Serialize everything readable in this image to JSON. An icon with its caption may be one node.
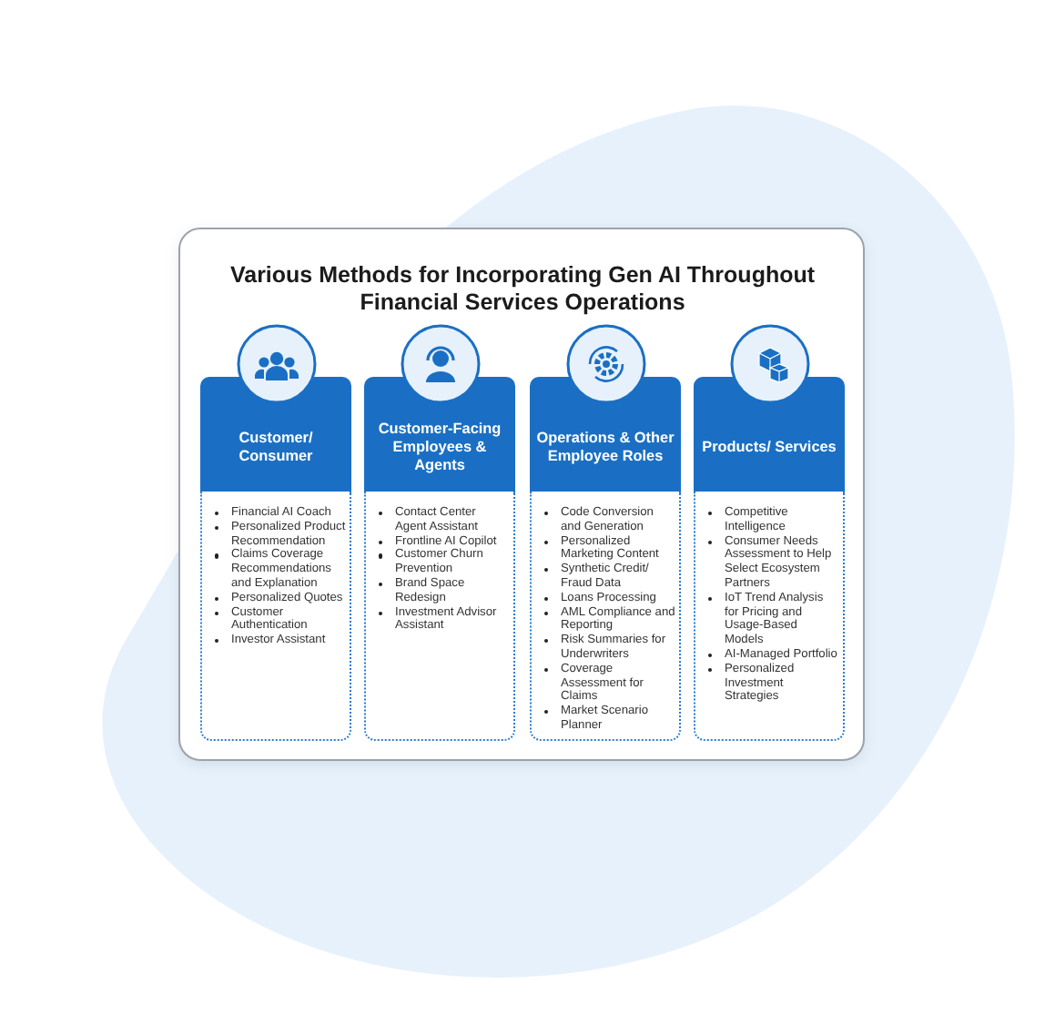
{
  "diagram": {
    "title": "Various Methods for Incorporating Gen AI Throughout Financial Services Operations",
    "nodes": [
      {
        "text": [
          "Customer/ Consumer"
        ]
      },
      {
        "text": [
          "Financial AI Coach",
          "Personalized Product Recommendation",
          "Claims Coverage Recommendations and Explanation",
          "Personalized Quotes",
          "Customer Authentication",
          "Investor Assistant"
        ]
      },
      {
        "text": [
          "Customer-Facing Employees & Agents"
        ]
      },
      {
        "text": [
          "Contact Center Agent Assistant",
          "Frontline AI Copilot",
          "Customer Churn Prevention",
          "Brand Space Redesign",
          "Investment Advisor Assistant"
        ]
      },
      {
        "text": [
          "Operations & Other Employee Roles"
        ]
      },
      {
        "text": [
          "Code Conversion and Generation",
          "Personalized Marketing Content",
          "Synthetic Credit/ Fraud Data",
          "Loans Processing",
          "AML Compliance and Reporting",
          "Risk Summaries for Underwriters",
          "Coverage Assessment for Claims",
          "Market Scenario Planner"
        ]
      },
      {
        "text": [
          "Products/ Services"
        ]
      },
      {
        "text": [
          "Competitive Intelligence",
          "Consumer Needs Assessment to Help Select Ecosystem Partners",
          "IoT Trend Analysis for Pricing and Usage-Based Models",
          "AI-Managed Portfolio",
          "Personalized Investment Strategies"
        ]
      }
    ],
    "edges": []
  }
}
